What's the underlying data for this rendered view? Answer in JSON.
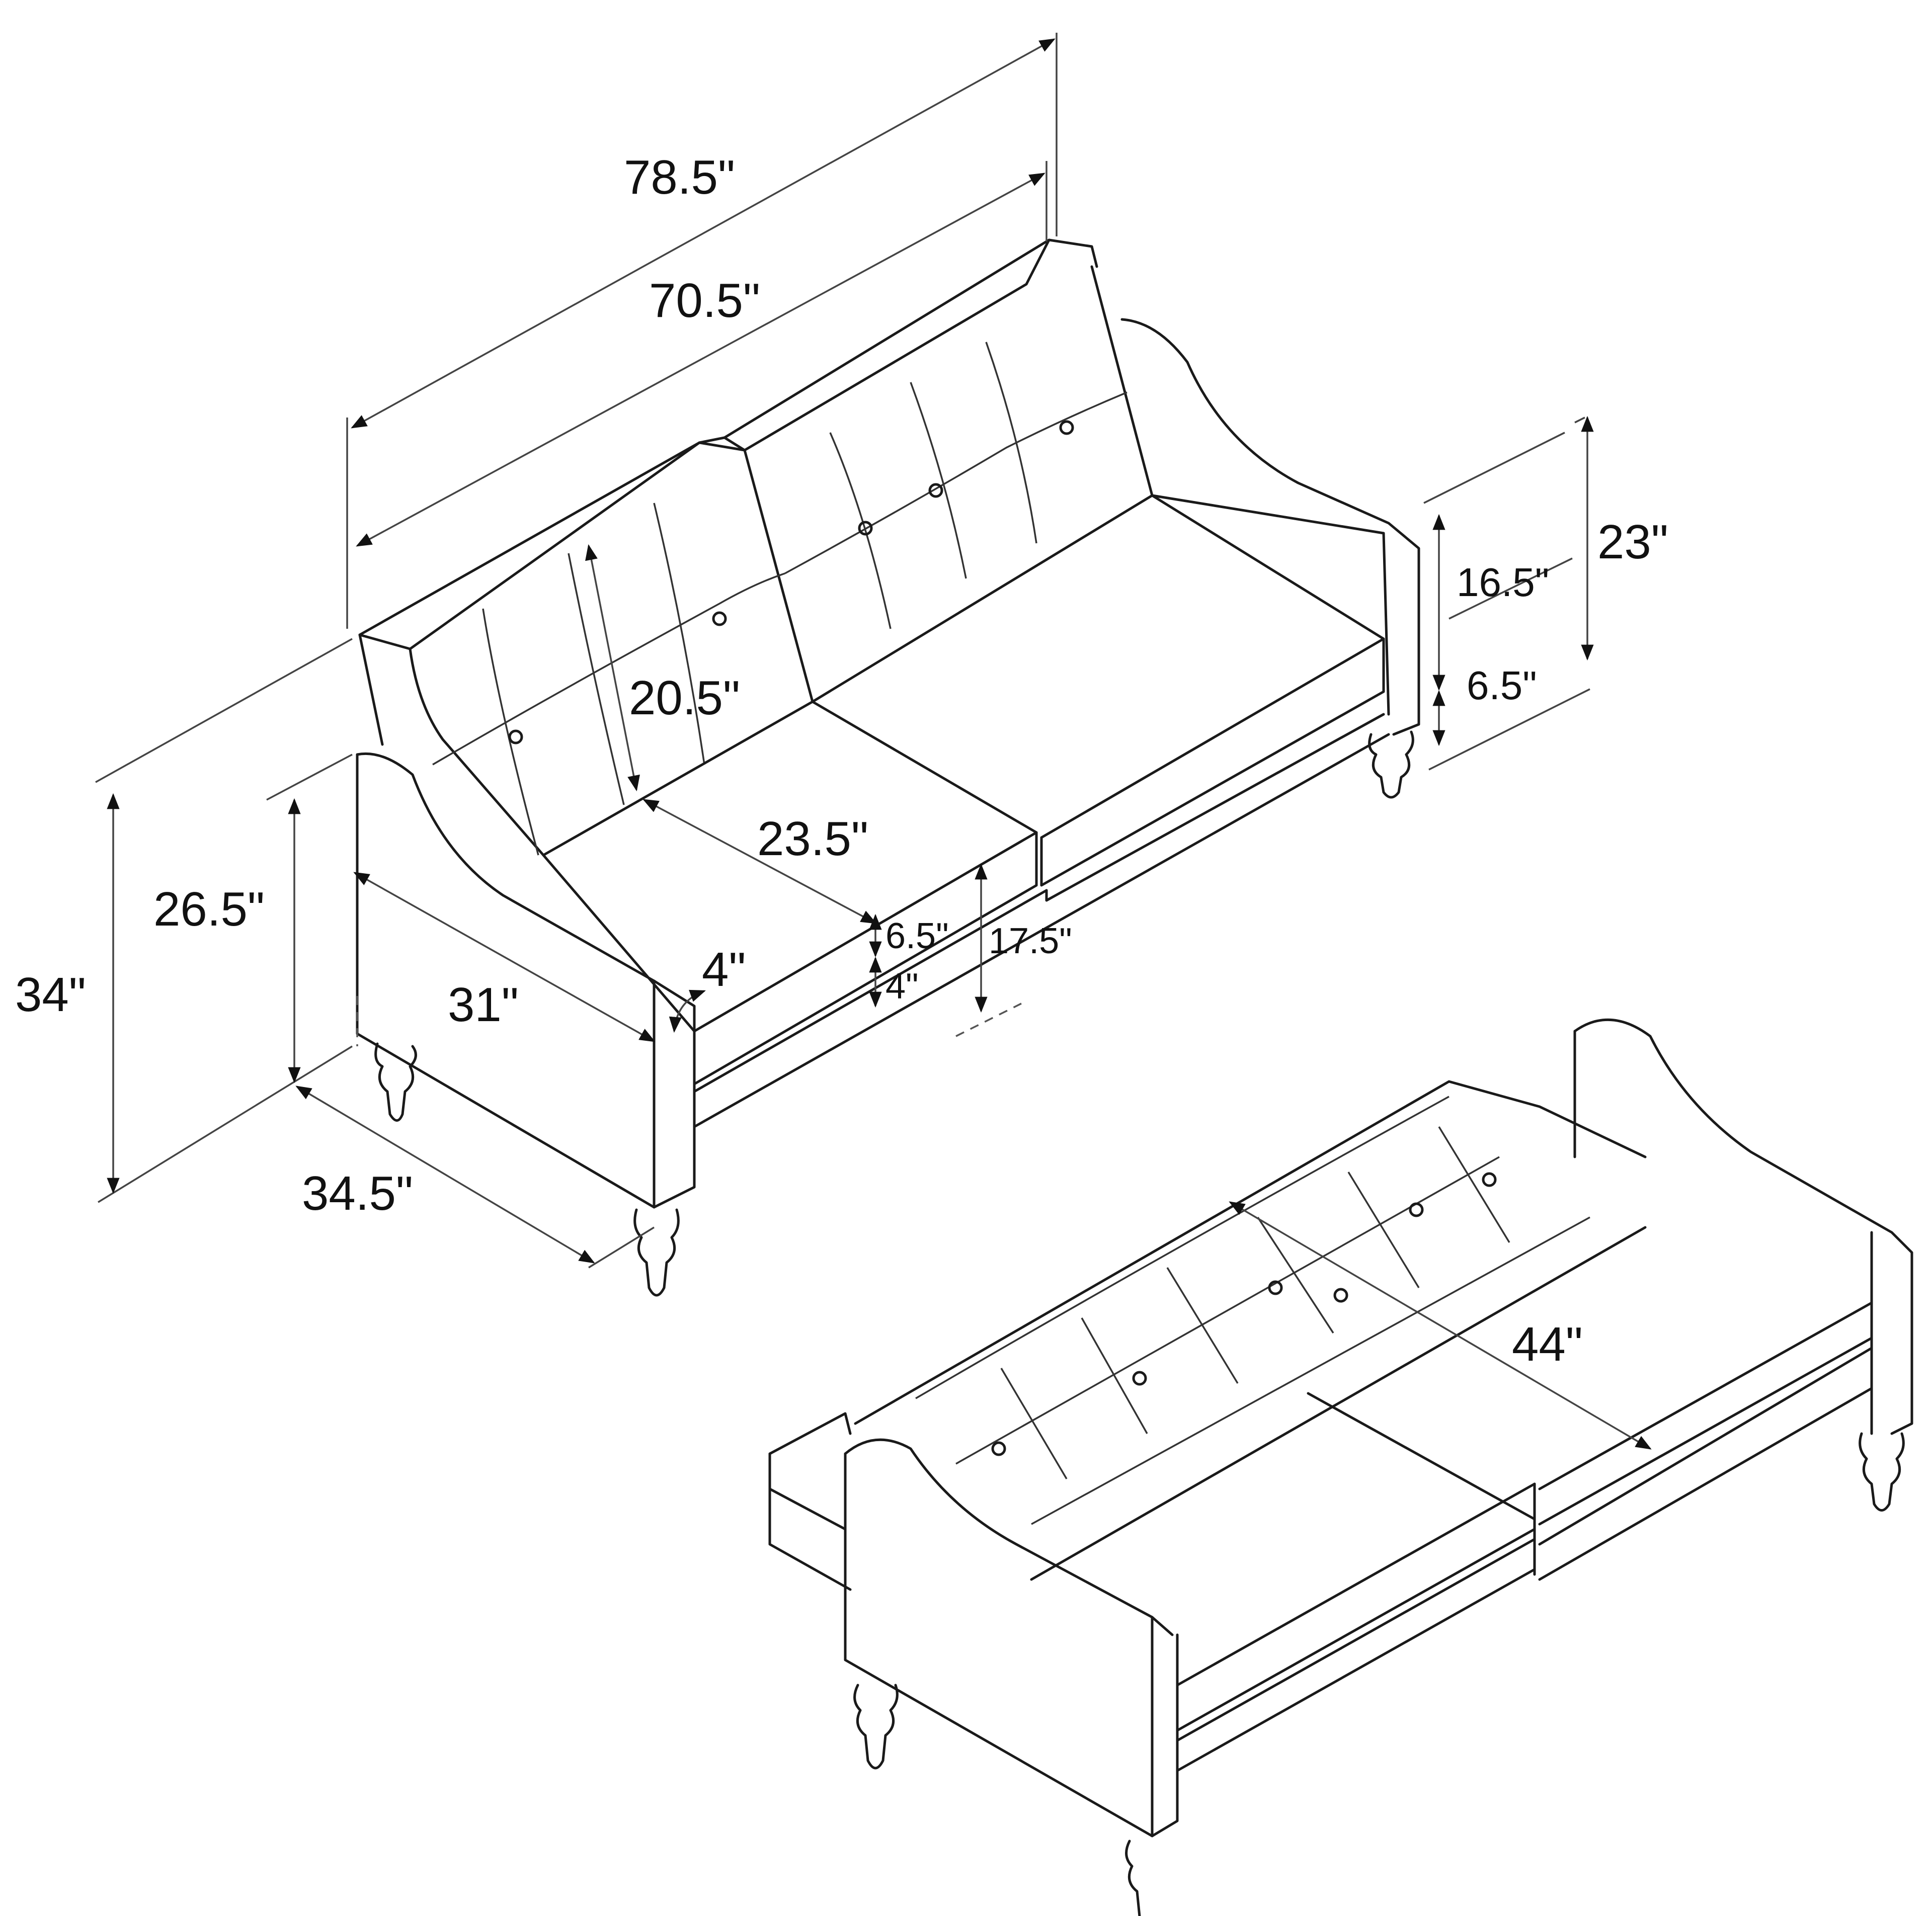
{
  "diagram": {
    "title": "Sofa / futon dimension drawing",
    "views": [
      "upright-sofa",
      "flat-bed"
    ],
    "colors": {
      "line": "#1a1a1a",
      "background": "#ffffff",
      "text": "#111111"
    },
    "labels": {
      "overall_width": "78.5\"",
      "seat_width": "70.5\"",
      "back_height": "20.5\"",
      "seat_depth": "23.5\"",
      "seat_cushion_thickness": "6.5\"",
      "seat_base_thickness": "4\"",
      "seat_height": "17.5\"",
      "arm_width": "4\"",
      "arm_depth": "31\"",
      "arm_height": "26.5\"",
      "overall_height": "34\"",
      "overall_depth": "34.5\"",
      "arm_upper_height": "16.5\"",
      "leg_height": "6.5\"",
      "arm_total_height": "23\"",
      "bed_depth": "44\""
    }
  }
}
